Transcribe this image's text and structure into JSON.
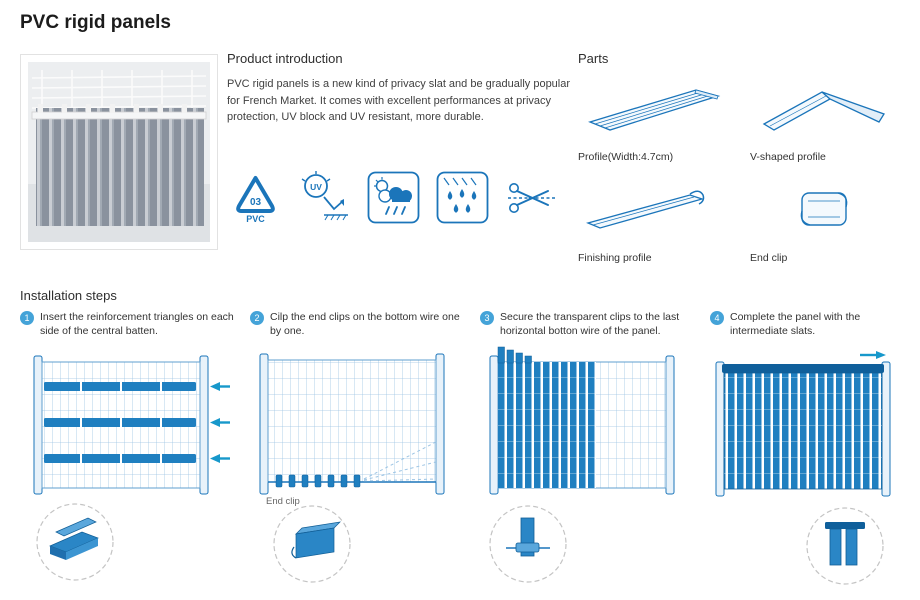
{
  "page": {
    "title": "PVC rigid panels"
  },
  "colors": {
    "accent": "#1b75ba",
    "slat": "#1f7fc0",
    "badge": "#44a3d8"
  },
  "intro": {
    "heading": "Product introduction",
    "body": "PVC rigid panels is a new kind of privacy slat and be gradually popular for French Market. It comes with excellent performances at privacy protection, UV block and UV resistant, more durable.",
    "feature_icons": [
      {
        "name": "recycle-pvc-icon",
        "label": "03",
        "sublabel": "PVC"
      },
      {
        "name": "uv-resistant-icon",
        "label": "UV"
      },
      {
        "name": "weather-resistant-icon"
      },
      {
        "name": "waterproof-icon"
      },
      {
        "name": "cuttable-scissors-icon"
      }
    ]
  },
  "parts": {
    "heading": "Parts",
    "items": [
      {
        "label": "Profile(Width:4.7cm)"
      },
      {
        "label": "V-shaped profile"
      },
      {
        "label": "Finishing profile"
      },
      {
        "label": "End clip"
      }
    ]
  },
  "installation": {
    "heading": "Installation steps",
    "steps": [
      {
        "number": "1",
        "text": "Insert the reinforcement triangles on each side of the central batten."
      },
      {
        "number": "2",
        "text": "Cilp the end clips on the bottom wire one by one."
      },
      {
        "number": "3",
        "text": "Secure the transparent clips to the last horizontal botton wire of the panel."
      },
      {
        "number": "4",
        "text": "Complete the panel with the intermediate slats."
      }
    ],
    "callout": "End clip"
  }
}
